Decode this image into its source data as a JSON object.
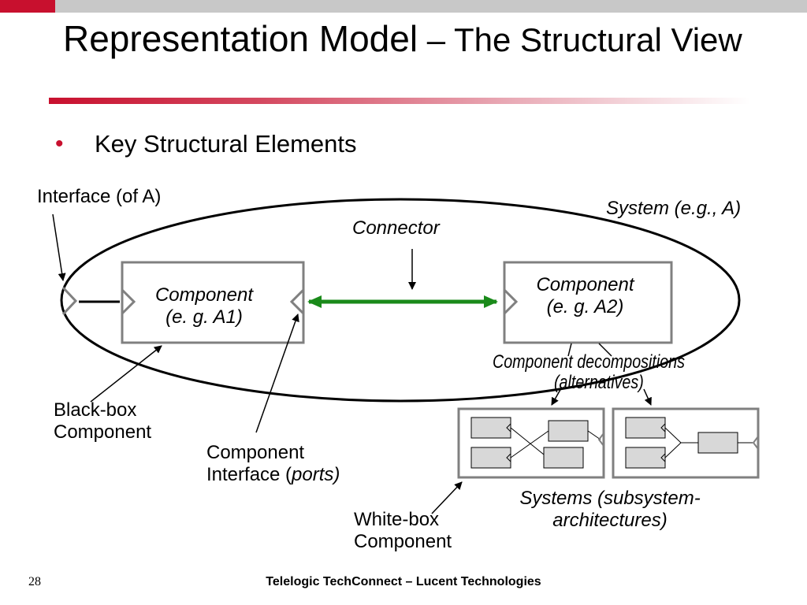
{
  "slide": {
    "title_main": "Representation Model",
    "title_sub": " – The Structural View",
    "bullet": "Key Structural Elements",
    "page_number": "28",
    "footer": "Telelogic TechConnect – Lucent Technologies"
  },
  "diagram": {
    "interface_label": "Interface (of A)",
    "system_label": "System (e.g., A)",
    "connector_label": "Connector",
    "component_a1": [
      "Component",
      "(e. g. A1)"
    ],
    "component_a2": [
      "Component",
      "(e. g. A2)"
    ],
    "decomp_label": [
      "Component decompositions",
      "(alternatives)"
    ],
    "blackbox_label": [
      "Black-box",
      "Component"
    ],
    "interface_ports_label": [
      "Component",
      "Interface (",
      "ports",
      ")"
    ],
    "whitebox_label": [
      "White-box",
      "Component"
    ],
    "subsystems_label": [
      "Systems (subsystem-",
      "architectures)"
    ],
    "colors": {
      "accent_red": "#c8102e",
      "connector_green": "#1a8a1a",
      "box_gray": "#808080",
      "inner_fill": "#d8d8d8"
    }
  }
}
